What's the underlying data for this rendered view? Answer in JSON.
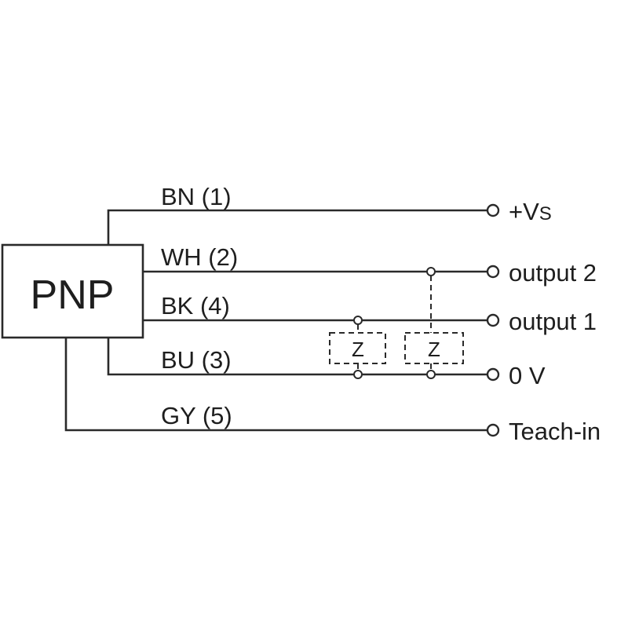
{
  "diagram": {
    "type": "wiring-diagram",
    "device": {
      "label": "PNP"
    },
    "wires": [
      {
        "id": "bn",
        "label": "BN (1)",
        "terminal": "+VS",
        "terminal_main": "+V",
        "terminal_sub": "S"
      },
      {
        "id": "wh",
        "label": "WH (2)",
        "terminal": "output 2"
      },
      {
        "id": "bk",
        "label": "BK (4)",
        "terminal": "output 1"
      },
      {
        "id": "bu",
        "label": "BU (3)",
        "terminal": "0 V"
      },
      {
        "id": "gy",
        "label": "GY (5)",
        "terminal": "Teach-in"
      }
    ],
    "loads": [
      {
        "label": "Z",
        "from": "output 1",
        "to": "0 V"
      },
      {
        "label": "Z",
        "from": "output 2",
        "to": "0 V"
      }
    ]
  }
}
